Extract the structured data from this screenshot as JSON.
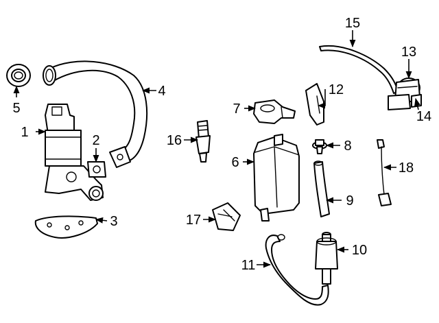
{
  "diagram": {
    "type": "exploded-parts-diagram",
    "background": "#ffffff",
    "line_color": "#000000",
    "callouts": [
      {
        "number": "1"
      },
      {
        "number": "2"
      },
      {
        "number": "3"
      },
      {
        "number": "4"
      },
      {
        "number": "5"
      },
      {
        "number": "6"
      },
      {
        "number": "7"
      },
      {
        "number": "8"
      },
      {
        "number": "9"
      },
      {
        "number": "10"
      },
      {
        "number": "11"
      },
      {
        "number": "12"
      },
      {
        "number": "13"
      },
      {
        "number": "14"
      },
      {
        "number": "15"
      },
      {
        "number": "16"
      },
      {
        "number": "17"
      },
      {
        "number": "18"
      }
    ]
  }
}
